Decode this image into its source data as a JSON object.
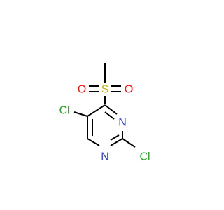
{
  "molecule": {
    "atoms": {
      "sulfur": {
        "symbol": "S",
        "color": "#c8b400"
      },
      "oxygen_left": {
        "symbol": "O",
        "color": "#ff0d0d"
      },
      "oxygen_right": {
        "symbol": "O",
        "color": "#ff0d0d"
      },
      "chlorine_5": {
        "symbol": "Cl",
        "color": "#1fa81f"
      },
      "chlorine_2": {
        "symbol": "Cl",
        "color": "#1fa81f"
      },
      "nitrogen_3": {
        "symbol": "N",
        "color": "#2f3fd8"
      },
      "nitrogen_1": {
        "symbol": "N",
        "color": "#2f3fd8"
      }
    },
    "bond_color": "#000000"
  }
}
